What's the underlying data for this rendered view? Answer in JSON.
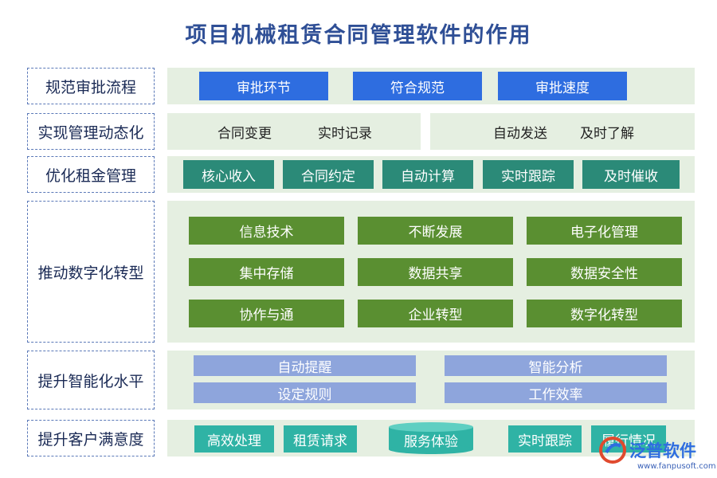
{
  "title": "项目机械租赁合同管理软件的作用",
  "rows": [
    {
      "label": "规范审批流程",
      "items": [
        "审批环节",
        "符合规范",
        "审批速度"
      ]
    },
    {
      "label": "实现管理动态化",
      "items_left": [
        "合同变更",
        "实时记录"
      ],
      "items_right": [
        "自动发送",
        "及时了解"
      ]
    },
    {
      "label": "优化租金管理",
      "items": [
        "核心收入",
        "合同约定",
        "自动计算",
        "实时跟踪",
        "及时催收"
      ]
    },
    {
      "label": "推动数字化转型",
      "items": [
        "信息技术",
        "不断发展",
        "电子化管理",
        "集中存储",
        "数据共享",
        "数据安全性",
        "协作与通",
        "企业转型",
        "数字化转型"
      ]
    },
    {
      "label": "提升智能化水平",
      "items": [
        "自动提醒",
        "智能分析",
        "设定规则",
        "工作效率"
      ]
    },
    {
      "label": "提升客户满意度",
      "items": [
        "高效处理",
        "租赁请求",
        "服务体验",
        "实时跟踪",
        "履行情况"
      ]
    }
  ],
  "logo": {
    "name": "泛普软件",
    "url": "www.fanpusoft.com"
  },
  "colors": {
    "title": "#2f4f96",
    "blue": "#2e6de0",
    "teal": "#2b8a78",
    "green": "#5a8f31",
    "lavender": "#8ea5dc",
    "cyan": "#2fb3a5",
    "panel": "#e5efe1"
  }
}
